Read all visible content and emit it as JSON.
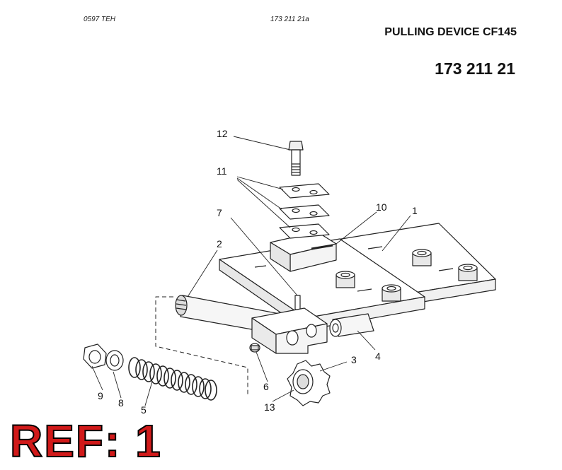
{
  "header": {
    "left_code": "0597 TEH",
    "center_code": "173 211 21a",
    "title": "PULLING DEVICE CF145",
    "part_number": "173 211 21"
  },
  "callouts": [
    "1",
    "2",
    "3",
    "4",
    "5",
    "6",
    "7",
    "8",
    "9",
    "10",
    "11",
    "12",
    "13"
  ],
  "reference_label": "REF: 1"
}
